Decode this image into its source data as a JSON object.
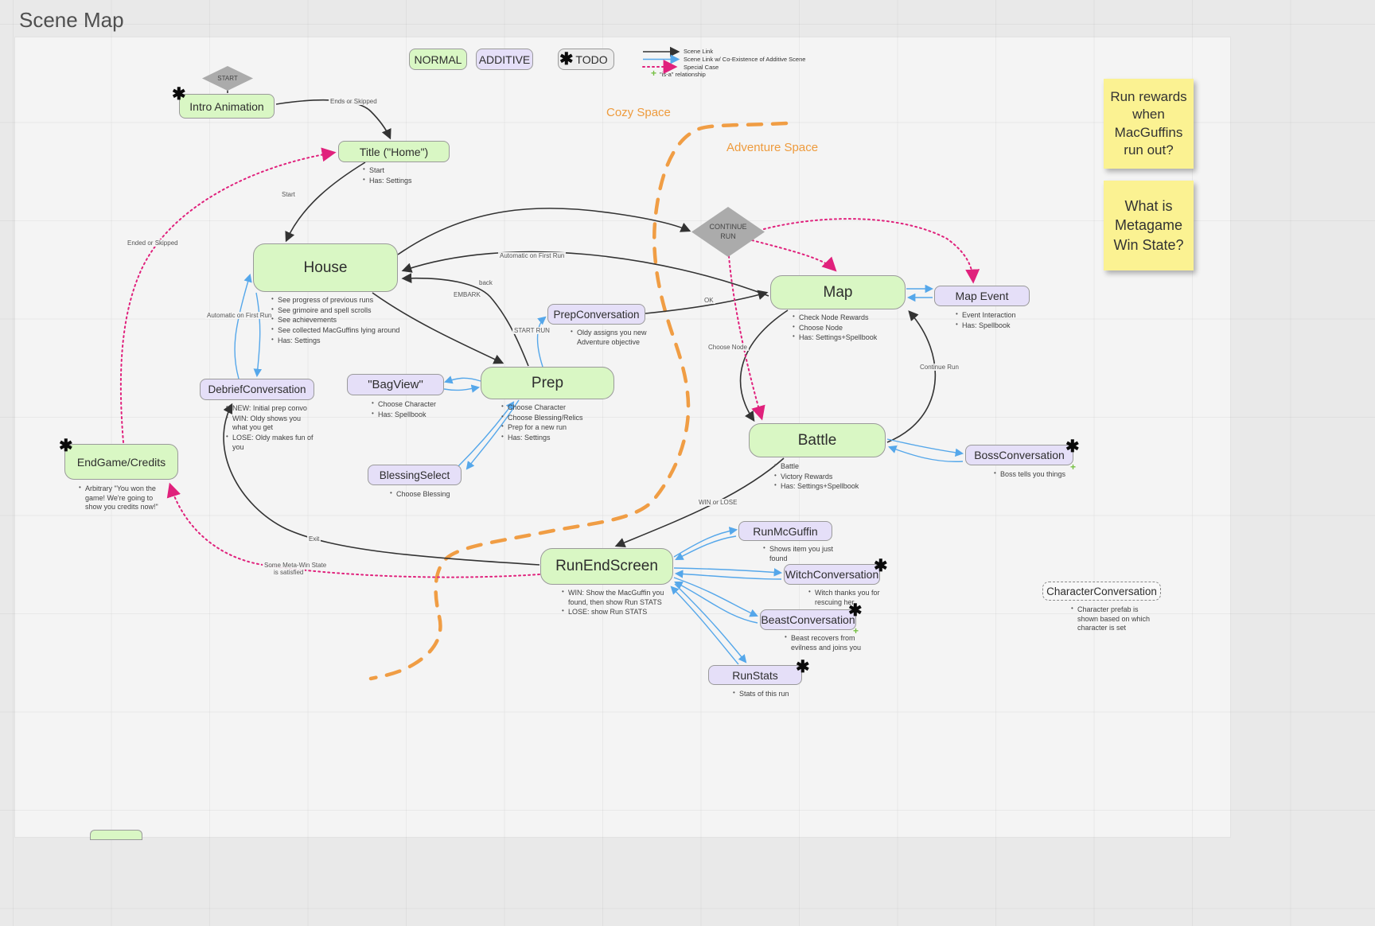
{
  "app": {
    "title": "Scene Map"
  },
  "legend": {
    "normal": "NORMAL",
    "additive": "ADDITIVE",
    "todo": "TODO",
    "scene_link": "Scene Link",
    "coexist": "Scene Link w/ Co-Existence of Additive Scene",
    "special": "Special Case",
    "isa": "\"is-a\" relationship"
  },
  "regions": {
    "cozy": "Cozy Space",
    "adventure": "Adventure Space"
  },
  "stickies": {
    "note1": "Run rewards when MacGuffins run out?",
    "note2": "What is Metagame Win State?"
  },
  "nodes": {
    "start": {
      "label": "START"
    },
    "continue_run": {
      "label": "CONTINUE RUN"
    },
    "intro": {
      "label": "Intro Animation",
      "todo": true
    },
    "title": {
      "label": "Title (\"Home\")",
      "bullets": [
        "Start",
        "Has: Settings"
      ]
    },
    "house": {
      "label": "House",
      "bullets": [
        "See progress of previous runs",
        "See grimoire and spell scrolls",
        "See achievements",
        "See collected MacGuffins lying around",
        "Has: Settings"
      ]
    },
    "debrief": {
      "label": "DebriefConversation",
      "bullets": [
        "NEW: Initial prep convo",
        "WIN: Oldy shows you what you get",
        "LOSE: Oldy makes fun of you"
      ]
    },
    "bagview": {
      "label": "\"BagView\"",
      "bullets": [
        "Choose Character",
        "Has: Spellbook"
      ]
    },
    "prep": {
      "label": "Prep",
      "bullets": [
        "Choose Character",
        "Choose Blessing/Relics",
        "Prep for a new run",
        "Has: Settings"
      ]
    },
    "prep_conv": {
      "label": "PrepConversation",
      "bullets": [
        "Oldy assigns you new Adventure objective"
      ]
    },
    "blessing": {
      "label": "BlessingSelect",
      "bullets": [
        "Choose Blessing"
      ]
    },
    "endgame": {
      "label": "EndGame/Credits",
      "todo": true,
      "bullets": [
        "Arbitrary \"You won the game! We're going to show you credits now!\""
      ]
    },
    "map": {
      "label": "Map",
      "bullets": [
        "Check Node Rewards",
        "Choose Node",
        "Has: Settings+Spellbook"
      ]
    },
    "map_event": {
      "label": "Map Event",
      "bullets": [
        "Event Interaction",
        "Has: Spellbook"
      ]
    },
    "battle": {
      "label": "Battle",
      "bullets": [
        "Battle",
        "Victory Rewards",
        "Has: Settings+Spellbook"
      ]
    },
    "boss_conv": {
      "label": "BossConversation",
      "todo": true,
      "bullets": [
        "Boss tells you things"
      ]
    },
    "run_end": {
      "label": "RunEndScreen",
      "bullets": [
        "WIN: Show the MacGuffin you found, then show Run STATS",
        "LOSE: show Run STATS"
      ]
    },
    "run_mcguffin": {
      "label": "RunMcGuffin",
      "bullets": [
        "Shows item you just found"
      ]
    },
    "witch_conv": {
      "label": "WitchConversation",
      "todo": true,
      "bullets": [
        "Witch thanks you for rescuing her"
      ]
    },
    "beast_conv": {
      "label": "BeastConversation",
      "todo": true,
      "bullets": [
        "Beast recovers from evilness and joins you"
      ]
    },
    "run_stats": {
      "label": "RunStats",
      "todo": true,
      "bullets": [
        "Stats of this run"
      ]
    },
    "character_conv": {
      "label": "CharacterConversation",
      "bullets": [
        "Character prefab is shown based on which character is set"
      ]
    }
  },
  "edge_labels": {
    "ends_or_skipped": "Ends or Skipped",
    "start": "Start",
    "ended_or_skipped": "Ended or Skipped",
    "automatic_on_first_run": "Automatic on First Run",
    "back": "back",
    "embark": "EMBARK",
    "start_run": "START RUN",
    "ok": "OK",
    "choose_node": "Choose Node",
    "continue_run": "Continue Run",
    "win_or_lose": "WIN or LOSE",
    "exit": "Exit",
    "meta_win_line1": "Some Meta-Win State",
    "meta_win_line2": "is satisfied"
  },
  "colors": {
    "normal_fill": "#d9f7c4",
    "additive_fill": "#e5dff8",
    "todo_fill": "#ececec",
    "scene_link": "#333333",
    "coexist_link": "#55a7ea",
    "special_link": "#e0217c",
    "isa_mark": "#76c043",
    "space_divider": "#f09d44",
    "sticky_fill": "#fbf292"
  }
}
